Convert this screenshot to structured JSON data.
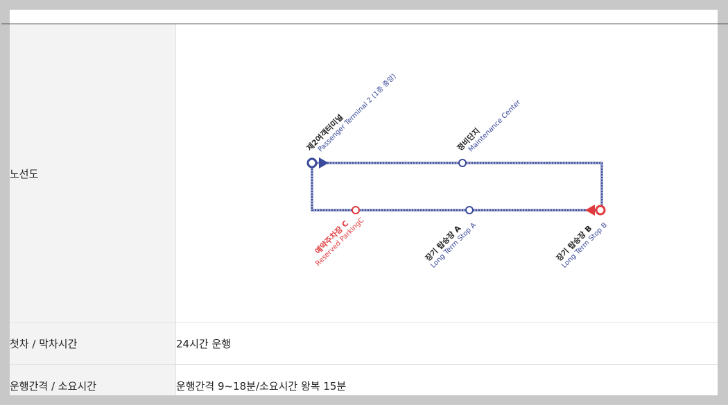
{
  "rows": [
    {
      "label": "노선도"
    },
    {
      "label": "첫차 / 막차시간",
      "value": "24시간 운행"
    },
    {
      "label": "운행간격 / 소요시간",
      "value": "운행간격 9~18분/소요시간 왕복 15분"
    }
  ],
  "route_map": {
    "stops": [
      {
        "ko": "제2여객터미널",
        "en": "Passenger Terminal 2 (1층 중앙)",
        "color": "#3a4a9a"
      },
      {
        "ko": "정비단지",
        "en": "Maintenance Center",
        "color": "#3a4a9a"
      },
      {
        "ko": "장기 탑승장 B",
        "en": "Long Term Stop B",
        "color": "#3a4a9a"
      },
      {
        "ko": "장기 탑승장 A",
        "en": "Long Term Stop A",
        "color": "#3a4a9a"
      },
      {
        "ko": "예약주차장 C",
        "en": "Reserved ParkingC",
        "color": "#e03a3e"
      }
    ],
    "line_color": "#3a4a9a",
    "highlight_color": "#e03a3e"
  }
}
